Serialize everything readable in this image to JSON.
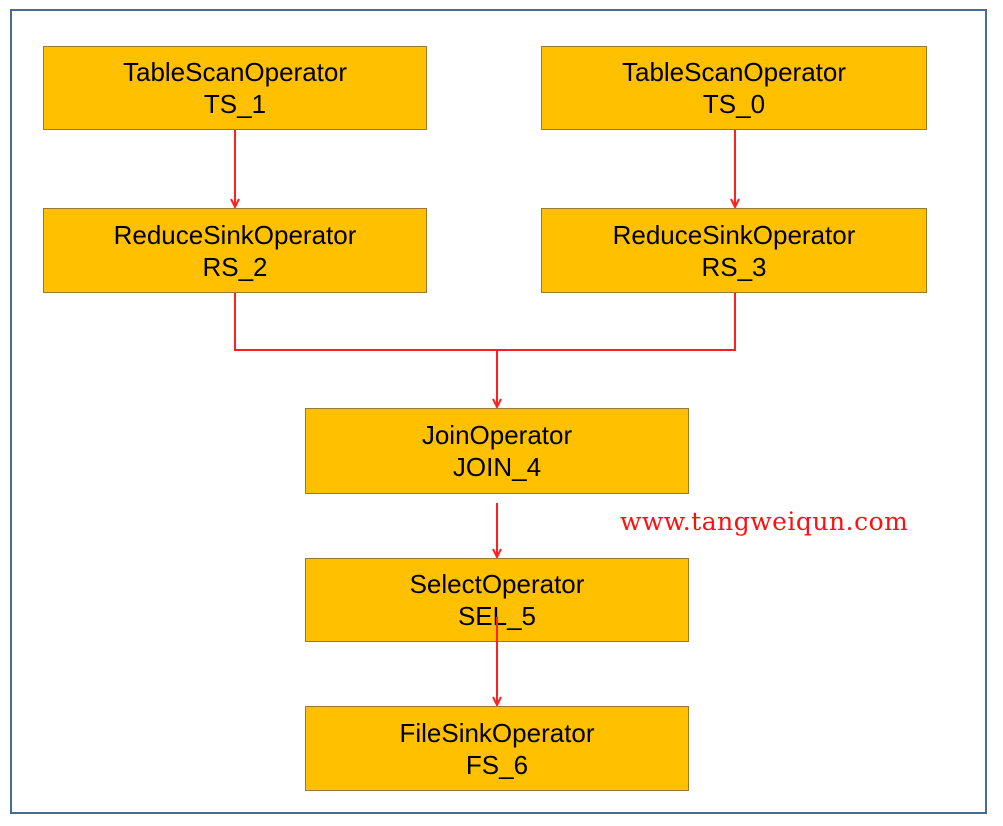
{
  "diagram": {
    "nodes": [
      {
        "id": "ts_1",
        "title": "TableScanOperator",
        "label": "TS_1"
      },
      {
        "id": "ts_0",
        "title": "TableScanOperator",
        "label": "TS_0"
      },
      {
        "id": "rs_2",
        "title": "ReduceSinkOperator",
        "label": "RS_2"
      },
      {
        "id": "rs_3",
        "title": "ReduceSinkOperator",
        "label": "RS_3"
      },
      {
        "id": "join_4",
        "title": "JoinOperator",
        "label": "JOIN_4"
      },
      {
        "id": "sel_5",
        "title": "SelectOperator",
        "label": "SEL_5"
      },
      {
        "id": "fs_6",
        "title": "FileSinkOperator",
        "label": "FS_6"
      }
    ],
    "edges": [
      {
        "from": "ts_1",
        "to": "rs_2"
      },
      {
        "from": "ts_0",
        "to": "rs_3"
      },
      {
        "from": "rs_2",
        "to": "join_4"
      },
      {
        "from": "rs_3",
        "to": "join_4"
      },
      {
        "from": "join_4",
        "to": "sel_5"
      },
      {
        "from": "sel_5",
        "to": "fs_6"
      }
    ],
    "colors": {
      "node_fill": "#ffc000",
      "edge": "#ff2020",
      "frame": "#4a6a93"
    }
  },
  "watermark": "www.tangweiqun.com"
}
